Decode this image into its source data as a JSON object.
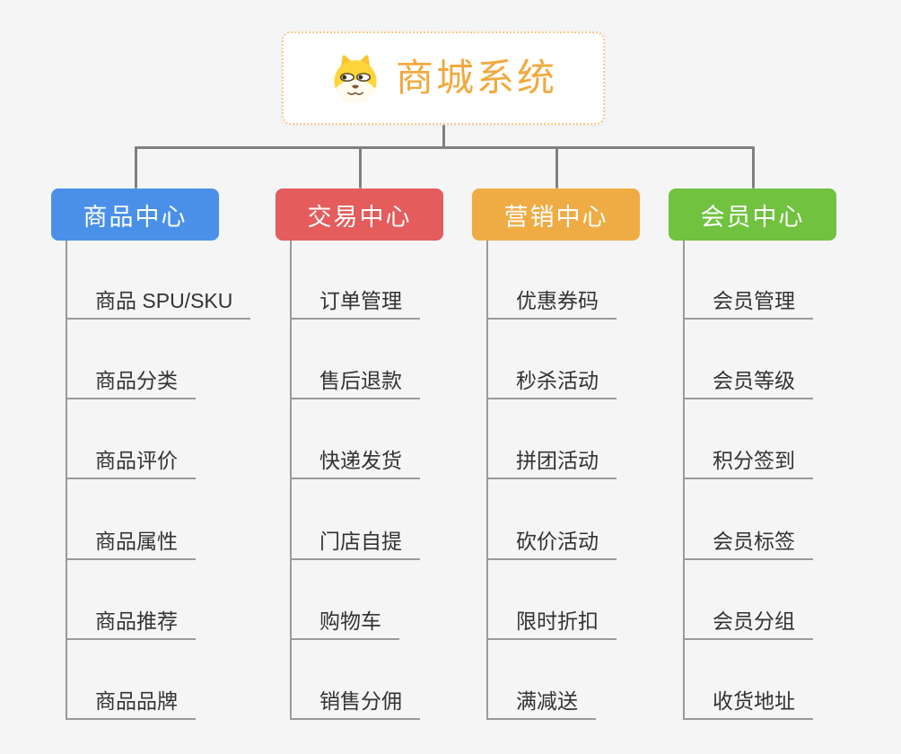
{
  "root": {
    "title": "商城系统",
    "icon": "shiba-dog-icon"
  },
  "branches": [
    {
      "label": "商品中心",
      "color": "#4A90E8",
      "items": [
        "商品 SPU/SKU",
        "商品分类",
        "商品评价",
        "商品属性",
        "商品推荐",
        "商品品牌"
      ]
    },
    {
      "label": "交易中心",
      "color": "#E45C5C",
      "items": [
        "订单管理",
        "售后退款",
        "快递发货",
        "门店自提",
        "购物车",
        "销售分佣"
      ]
    },
    {
      "label": "营销中心",
      "color": "#EFAC44",
      "items": [
        "优惠券码",
        "秒杀活动",
        "拼团活动",
        "砍价活动",
        "限时折扣",
        "满减送"
      ]
    },
    {
      "label": "会员中心",
      "color": "#71C23F",
      "items": [
        "会员管理",
        "会员等级",
        "积分签到",
        "会员标签",
        "会员分组",
        "收货地址"
      ]
    }
  ],
  "colors": {
    "background": "#F5F5F6",
    "connector": "#808080",
    "leaf_line": "#9A9A9A",
    "leaf_text": "#333333",
    "root_title": "#F1A93E",
    "root_border": "#F6CA8C"
  }
}
